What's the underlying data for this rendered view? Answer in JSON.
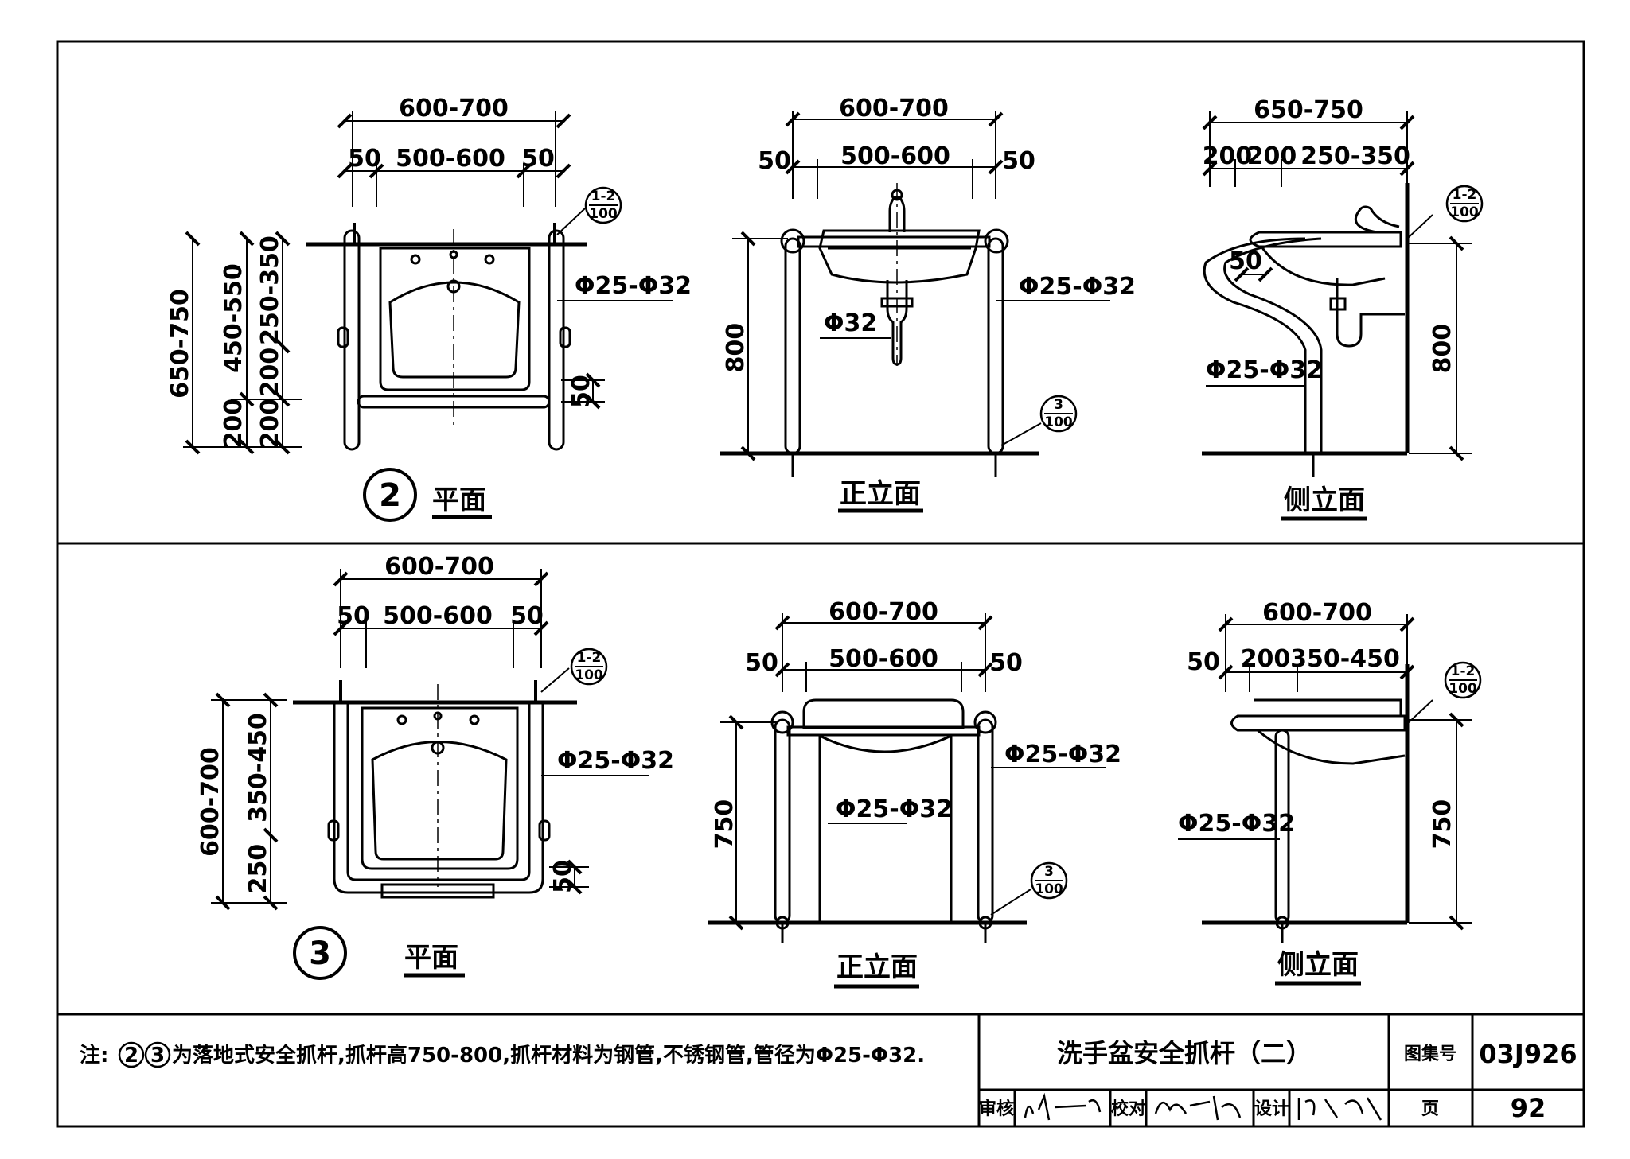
{
  "diagram": {
    "row1": {
      "index": "2",
      "plan": {
        "caption": "平面",
        "dims": [
          "600-700",
          "50",
          "500-600",
          "50",
          "650-750",
          "450-550",
          "250-350",
          "200",
          "200",
          "200",
          "50",
          "Φ25-Φ32"
        ],
        "ref": [
          "1-2",
          "100"
        ]
      },
      "front": {
        "caption": "正立面",
        "dims": [
          "600-700",
          "50",
          "500-600",
          "50",
          "800",
          "Φ32",
          "Φ25-Φ32"
        ],
        "ref": [
          "3",
          "100"
        ]
      },
      "side": {
        "caption": "侧立面",
        "dims": [
          "650-750",
          "200",
          "200",
          "250-350",
          "50",
          "Φ25-Φ32",
          "800"
        ],
        "ref": [
          "1-2",
          "100"
        ]
      }
    },
    "row2": {
      "index": "3",
      "plan": {
        "caption": "平面",
        "dims": [
          "600-700",
          "50",
          "500-600",
          "50",
          "600-700",
          "350-450",
          "250",
          "50",
          "Φ25-Φ32"
        ],
        "ref": [
          "1-2",
          "100"
        ]
      },
      "front": {
        "caption": "正立面",
        "dims": [
          "600-700",
          "50",
          "500-600",
          "50",
          "750",
          "Φ25-Φ32",
          "Φ25-Φ32"
        ],
        "ref": [
          "3",
          "100"
        ]
      },
      "side": {
        "caption": "侧立面",
        "dims": [
          "600-700",
          "50",
          "200",
          "350-450",
          "Φ25-Φ32",
          "750"
        ],
        "ref": [
          "1-2",
          "100"
        ]
      }
    }
  },
  "note": {
    "prefix": "注:",
    "circled": [
      "2",
      "3"
    ],
    "text": "为落地式安全抓杆,抓杆高750-800,抓杆材料为钢管,不锈钢管,管径为Φ25-Φ32."
  },
  "title_block": {
    "title": "洗手盆安全抓杆（二）",
    "atlas_label": "图集号",
    "atlas_no": "03J926",
    "review_label": "审核",
    "check_label": "校对",
    "design_label": "设计",
    "page_label": "页",
    "page_no": "92"
  }
}
